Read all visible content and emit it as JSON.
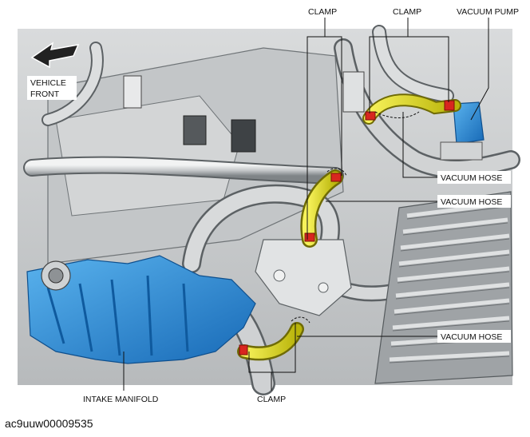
{
  "labels": {
    "clamp_top_left": "CLAMP",
    "clamp_top_right": "CLAMP",
    "vacuum_pump": "VACUUM PUMP",
    "vehicle_front_line1": "VEHICLE",
    "vehicle_front_line2": "FRONT",
    "vacuum_hose_1": "VACUUM HOSE",
    "vacuum_hose_2": "VACUUM HOSE",
    "vacuum_hose_3": "VACUUM HOSE",
    "intake_manifold": "INTAKE MANIFOLD",
    "clamp_bottom": "CLAMP"
  },
  "caption": "ac9uuw00009535",
  "colors": {
    "engine_gray": "#c9cbcd",
    "engine_dark": "#8d9194",
    "hose_yellow": "#e8e21a",
    "manifold_blue": "#2a8ad6",
    "clamp_red": "#d8261f"
  }
}
